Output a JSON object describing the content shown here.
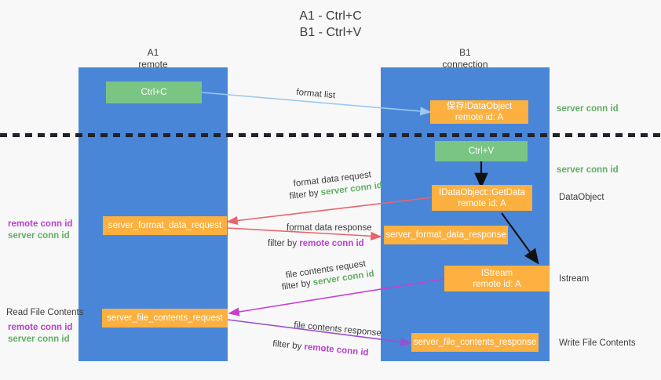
{
  "title": {
    "line1": "A1 - Ctrl+C",
    "line2": "B1 - Ctrl+V"
  },
  "lanes": [
    {
      "name": "A1",
      "sub": "remote"
    },
    {
      "name": "B1",
      "sub": "connection"
    }
  ],
  "nodes": {
    "ctrl_c": {
      "label": "Ctrl+C"
    },
    "save_idataobject": {
      "line1": "保存IDataObject",
      "line2": "remote id: A"
    },
    "ctrl_v": {
      "label": "Ctrl+V"
    },
    "getdata": {
      "line1": "IDataObject::GetData",
      "line2": "remote id: A"
    },
    "istream": {
      "line1": "IStream",
      "line2": "remote id: A"
    },
    "server_format_data_request": {
      "label": "server_format_data_request"
    },
    "server_format_data_response": {
      "label": "server_format_data_response"
    },
    "server_file_contents_request": {
      "label": "server_file_contents_request"
    },
    "server_file_contents_response": {
      "label": "server_file_contents_response"
    }
  },
  "edge_labels": {
    "format_list": "format list",
    "format_data_request": "format data request",
    "format_data_request_filter_prefix": "filter by ",
    "format_data_request_filter_key": "server conn id",
    "format_data_response": "format data response",
    "format_data_response_filter_prefix": "filter by ",
    "format_data_response_filter_key": "remote conn id",
    "file_contents_request": "file contents request",
    "file_contents_request_filter_prefix": "filter by ",
    "file_contents_request_filter_key": "server conn id",
    "file_contents_response": "file contents response",
    "file_contents_response_filter_prefix": "filter by ",
    "file_contents_response_filter_key": "remote conn id"
  },
  "annotations": {
    "right_server_conn_id_top": "server conn id",
    "right_server_conn_id_mid": "server conn id",
    "right_dataobject": "DataObject",
    "right_istream": "Istream",
    "right_write_file_contents": "Write File Contents",
    "left_remote_conn_id_1": "remote conn id",
    "left_server_conn_id_1": "server conn id",
    "left_read_file_contents": "Read File Contents",
    "left_remote_conn_id_2": "remote conn id",
    "left_server_conn_id_2": "server conn id"
  },
  "colors": {
    "lane": "#4a86d8",
    "green_node": "#7ac584",
    "orange_node": "#fbb040",
    "arrow_blue": "#9dc8f0",
    "arrow_red": "#e8636b",
    "arrow_magenta": "#c83fd0",
    "arrow_purple": "#9b4fd0",
    "arrow_black": "#111111",
    "green_text": "#5fae63",
    "purple_text": "#b83fcd",
    "background": "#f8f8f8"
  }
}
